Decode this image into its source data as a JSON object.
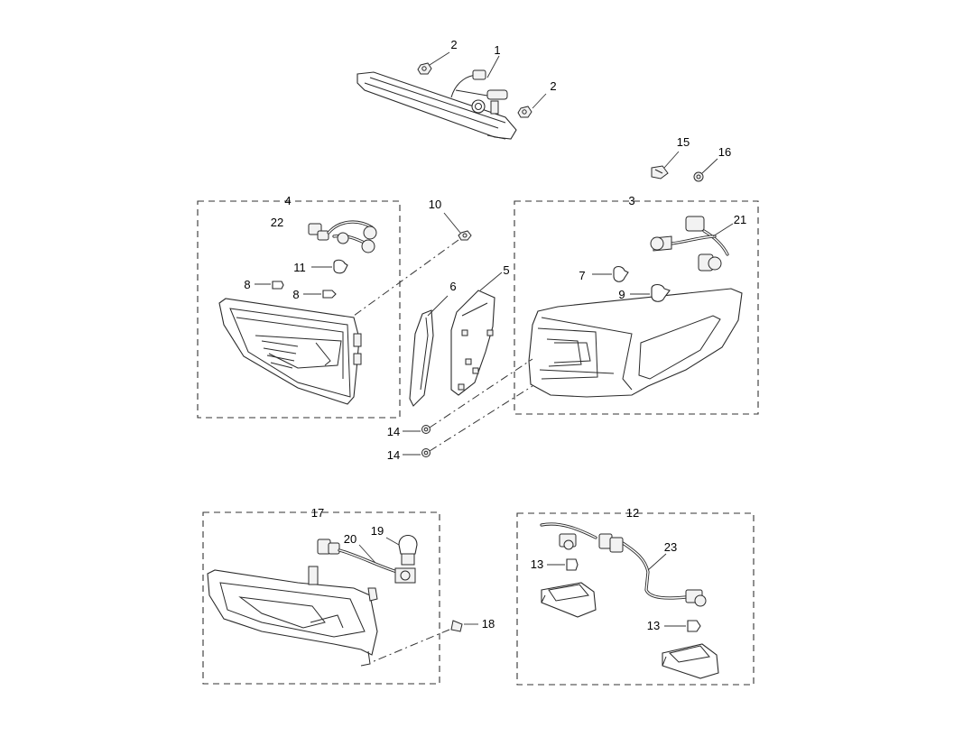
{
  "callouts": {
    "c1": "1",
    "c2a": "2",
    "c2b": "2",
    "c3": "3",
    "c4": "4",
    "c5": "5",
    "c6": "6",
    "c7": "7",
    "c8a": "8",
    "c8b": "8",
    "c9": "9",
    "c10": "10",
    "c11": "11",
    "c12": "12",
    "c13a": "13",
    "c13b": "13",
    "c14a": "14",
    "c14b": "14",
    "c15": "15",
    "c16": "16",
    "c17": "17",
    "c18": "18",
    "c19": "19",
    "c20": "20",
    "c21": "21",
    "c22": "22",
    "c23": "23"
  },
  "colors": {
    "line": "#2a2a2a",
    "background": "#ffffff"
  }
}
